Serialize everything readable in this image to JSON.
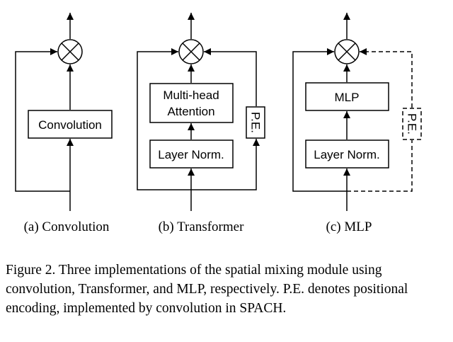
{
  "panels": [
    {
      "sublabel": "(a) Convolution",
      "box": "Convolution"
    },
    {
      "sublabel": "(b) Transformer",
      "box_top_line1": "Multi-head",
      "box_top_line2": "Attention",
      "box_bottom": "Layer Norm.",
      "pe": "P.E."
    },
    {
      "sublabel": "(c) MLP",
      "box_top": "MLP",
      "box_bottom": "Layer Norm.",
      "pe": "P.E."
    }
  ],
  "caption": "Figure 2. Three implementations of the spatial mixing module using convolution, Transformer, and MLP, respectively. P.E. denotes positional encoding, implemented by convolution in SPACH."
}
